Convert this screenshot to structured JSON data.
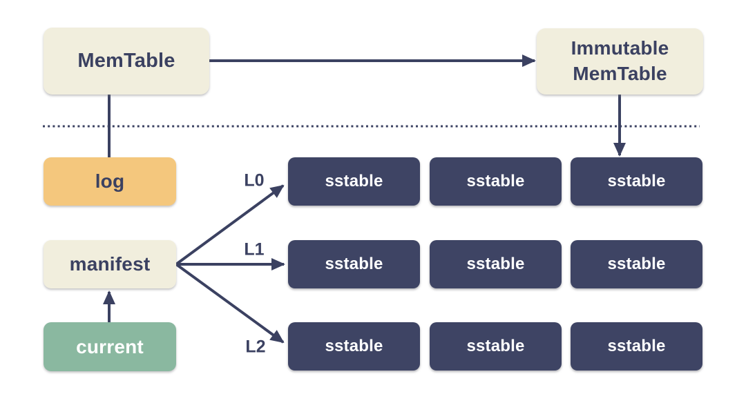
{
  "nodes": {
    "memtable": "MemTable",
    "immutable_memtable_line1": "Immutable",
    "immutable_memtable_line2": "MemTable",
    "log": "log",
    "manifest": "manifest",
    "current": "current",
    "sstable": "sstable"
  },
  "levels": [
    "L0",
    "L1",
    "L2"
  ],
  "structure": {
    "sstable_rows": 3,
    "sstable_columns": 3,
    "divider": "memory-disk dotted separator"
  },
  "colors": {
    "box-cream": "#f1eedd",
    "box-orange": "#f4c77d",
    "box-green": "#8ab8a0",
    "box-navy": "#3e4464",
    "ink": "#3b4161",
    "text-light": "#ffffff",
    "background": "#ffffff"
  }
}
